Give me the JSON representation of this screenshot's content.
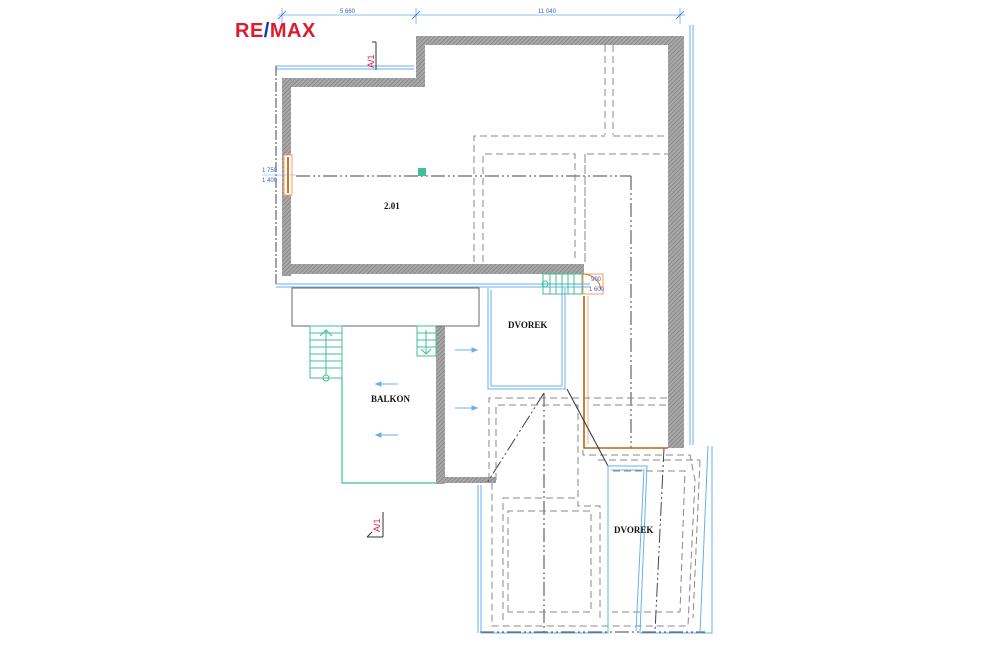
{
  "logo": {
    "re": "RE",
    "slash": "/",
    "max": "MAX",
    "colors": {
      "red": "#dc1c2e",
      "blue": "#003da5"
    }
  },
  "dimensions": {
    "top_left": "5 660",
    "top_right": "11 040",
    "window_left_top": "1 750",
    "window_left_bottom": "1 400",
    "door_top": "900",
    "door_bottom": "1 600"
  },
  "section_marks": {
    "top": "A/1",
    "bottom": "A/1"
  },
  "rooms": {
    "main": "2.01",
    "balkon": "BALKON",
    "dvorek_upper": "DVOREK",
    "dvorek_lower": "DVOREK"
  },
  "colors": {
    "wall_hatch": "#8a8a8a",
    "outline_blue": "#6aaef0",
    "stair_green": "#3fbf9a",
    "door_orange": "#e0701a",
    "dim_blue": "#3a5fd0",
    "dashed_gray": "#777777"
  }
}
